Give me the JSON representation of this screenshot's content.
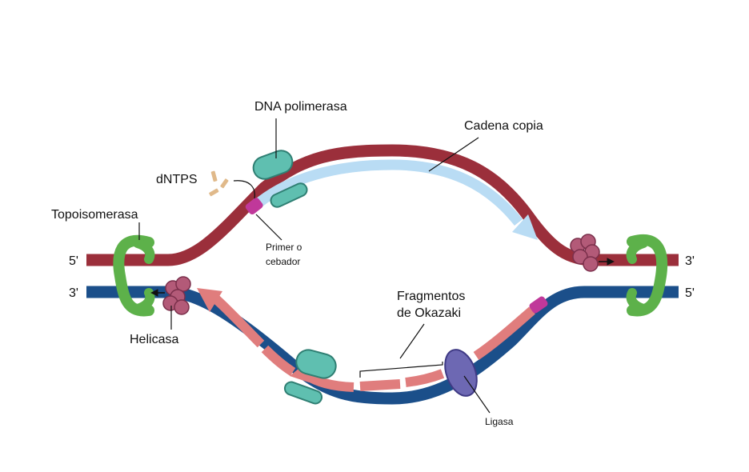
{
  "labels": {
    "dna_polimerasa": "DNA polimerasa",
    "cadena_copia": "Cadena copia",
    "dntps": "dNTPS",
    "topoisomerasa": "Topoisomerasa",
    "primer_line1": "Primer o",
    "primer_line2": "cebador",
    "fragmentos_line1": "Fragmentos",
    "fragmentos_line2": "de Okazaki",
    "helicasa": "Helicasa",
    "ligasa": "Ligasa"
  },
  "ends": {
    "top_left": "5'",
    "bottom_left": "3'",
    "top_right": "3'",
    "bottom_right": "5'"
  },
  "colors": {
    "top_strand": "#9b2f3b",
    "bottom_strand": "#1b4f8a",
    "leading_copy": "#b9dcf4",
    "lagging_fragments": "#e07d7d",
    "topoisomerase": "#5db14a",
    "helicase": "#b35a78",
    "polymerase": "#5fbfb0",
    "primer": "#c0389a",
    "ligase": "#6d68b3",
    "dntp": "#e0b98a"
  }
}
